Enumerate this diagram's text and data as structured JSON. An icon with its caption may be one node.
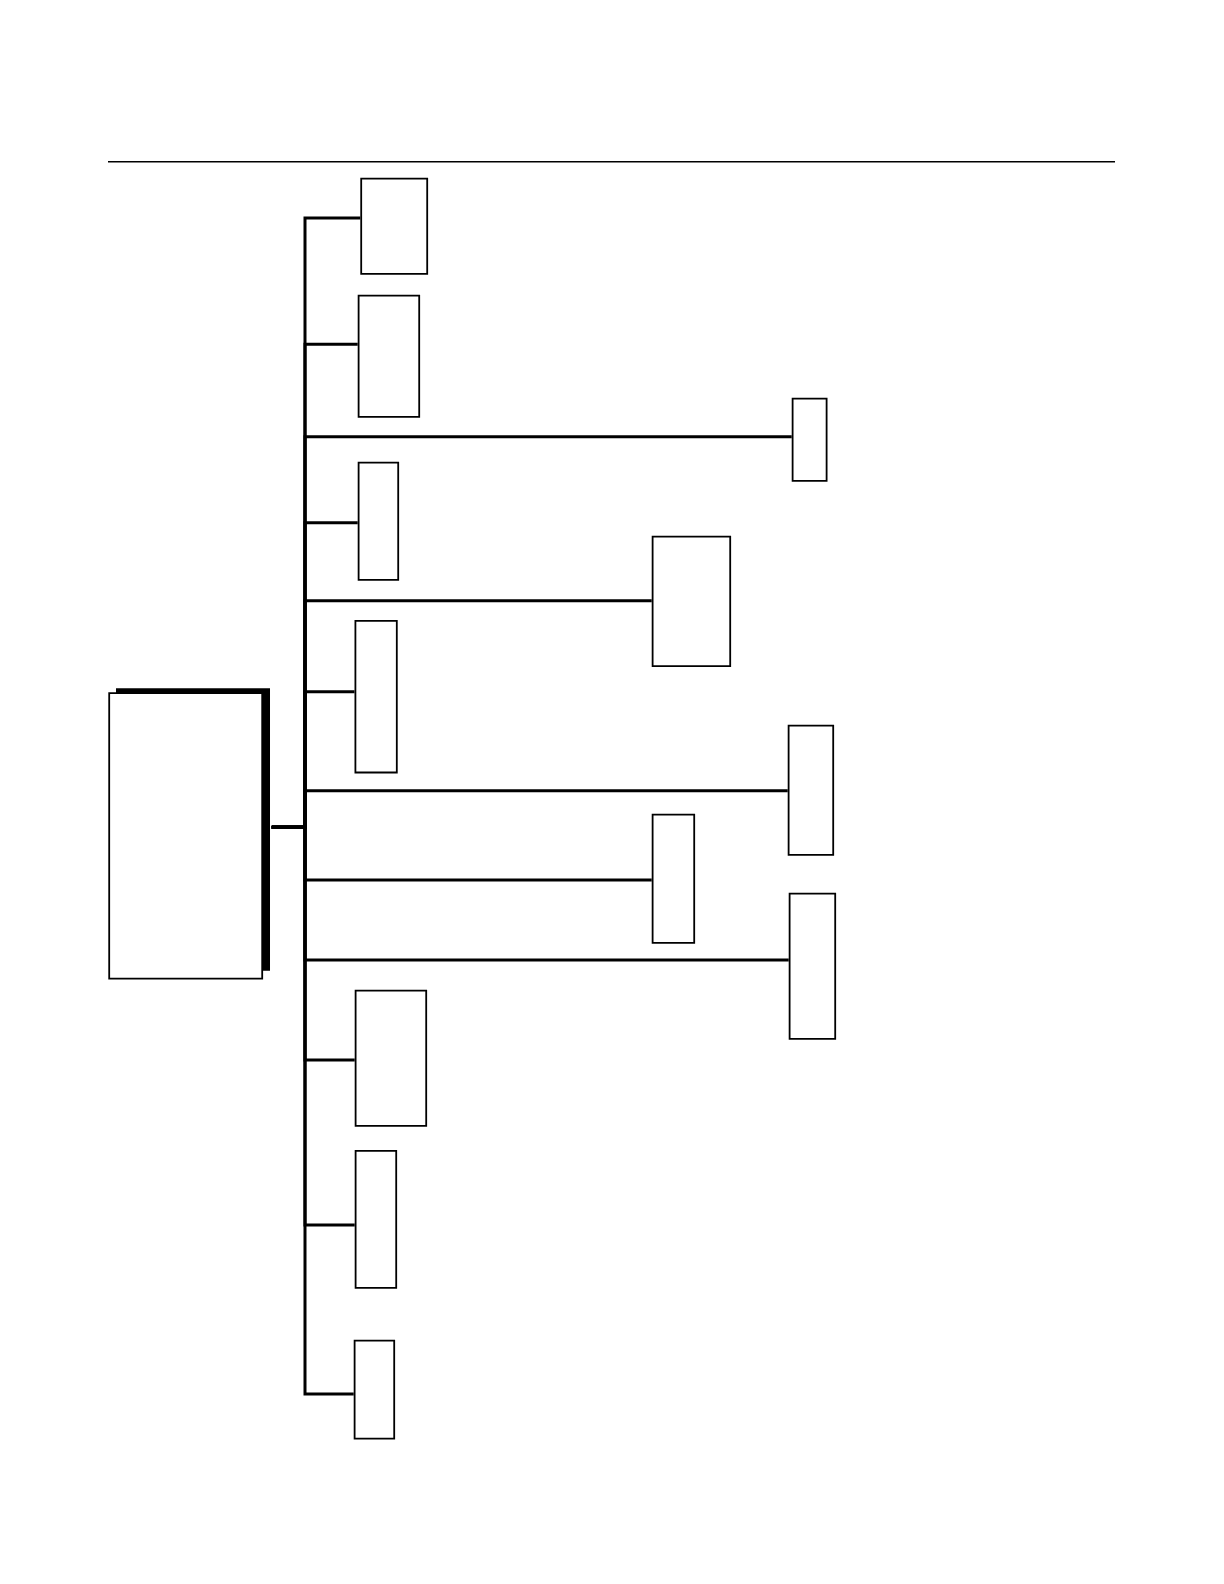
{
  "diagram": {
    "nodes": [
      {
        "text": [],
        "shape": "box"
      },
      {
        "text": [],
        "shape": "box"
      },
      {
        "text": [],
        "shape": "box"
      },
      {
        "text": [],
        "shape": "box"
      },
      {
        "text": [],
        "shape": "box"
      },
      {
        "text": [],
        "shape": "box"
      },
      {
        "text": [],
        "shape": "box"
      },
      {
        "text": [],
        "shape": "box"
      },
      {
        "text": [],
        "shape": "box"
      },
      {
        "text": [],
        "shape": "box"
      },
      {
        "text": [],
        "shape": "box"
      },
      {
        "text": [],
        "shape": "box"
      },
      {
        "text": [],
        "shape": "box"
      }
    ],
    "edges": [
      {
        "from": 0,
        "to": 1,
        "arrow": "none"
      },
      {
        "from": 0,
        "to": 2,
        "arrow": "none"
      },
      {
        "from": 0,
        "to": 3,
        "arrow": "none"
      },
      {
        "from": 0,
        "to": 4,
        "arrow": "none"
      },
      {
        "from": 0,
        "to": 5,
        "arrow": "none"
      },
      {
        "from": 0,
        "to": 6,
        "arrow": "none"
      },
      {
        "from": 0,
        "to": 7,
        "arrow": "none"
      },
      {
        "from": 0,
        "to": 8,
        "arrow": "none"
      },
      {
        "from": 0,
        "to": 9,
        "arrow": "none"
      },
      {
        "from": 0,
        "to": 10,
        "arrow": "none"
      },
      {
        "from": 0,
        "to": 11,
        "arrow": "none"
      },
      {
        "from": 0,
        "to": 12,
        "arrow": "none"
      }
    ]
  }
}
